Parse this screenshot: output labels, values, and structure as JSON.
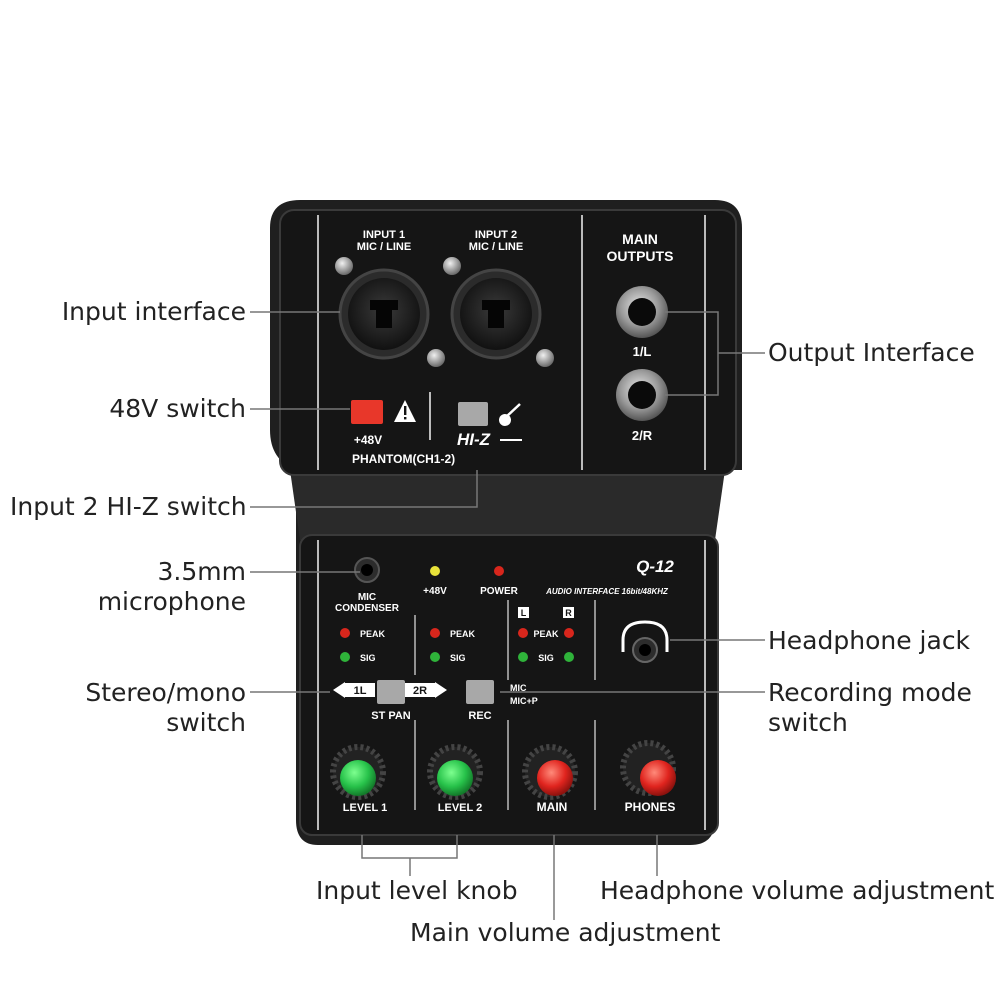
{
  "device": {
    "model": "Q-12",
    "subtitle": "AUDIO INTERFACE 16bit/48KHZ",
    "input1_label_line1": "INPUT 1",
    "input1_label_line2": "MIC / LINE",
    "input2_label_line1": "INPUT 2",
    "input2_label_line2": "MIC / LINE",
    "main_outputs_line1": "MAIN",
    "main_outputs_line2": "OUTPUTS",
    "out1": "1/L",
    "out2": "2/R",
    "phantom_48v": "+48V",
    "phantom_label": "PHANTOM(CH1-2)",
    "hiz": "HI-Z",
    "mic_condenser_line1": "MIC",
    "mic_condenser_line2": "CONDENSER",
    "led_48v": "+48V",
    "led_power": "POWER",
    "peak": "PEAK",
    "sig": "SIG",
    "left": "L",
    "right": "R",
    "stpan_1l": "1L",
    "stpan_2r": "2R",
    "st_pan": "ST PAN",
    "rec": "REC",
    "rec_mic": "MIC",
    "rec_micp": "MIC+P",
    "level1": "LEVEL 1",
    "level2": "LEVEL 2",
    "main": "MAIN",
    "phones": "PHONES"
  },
  "callouts": {
    "input_interface": "Input interface",
    "switch_48v": "48V switch",
    "hiz_switch": "Input 2 HI-Z switch",
    "mic_35_line1": "3.5mm",
    "mic_35_line2": "microphone",
    "stereo_line1": "Stereo/mono",
    "stereo_line2": "switch",
    "output_interface": "Output Interface",
    "headphone_jack": "Headphone jack",
    "recording_line1": "Recording mode",
    "recording_line2": "switch",
    "input_level_knob": "Input level knob",
    "headphone_volume": "Headphone volume adjustment",
    "main_volume": "Main volume adjustment"
  },
  "colors": {
    "body": "#1f1f1f",
    "panel": "#151515",
    "green_knob": "#27c24a",
    "red_knob": "#e0241e",
    "red_button": "#e8372a",
    "grey_button": "#a8a8a8",
    "led_red": "#d8261c",
    "led_green": "#2fb33a",
    "led_yellow": "#e8e23a"
  }
}
